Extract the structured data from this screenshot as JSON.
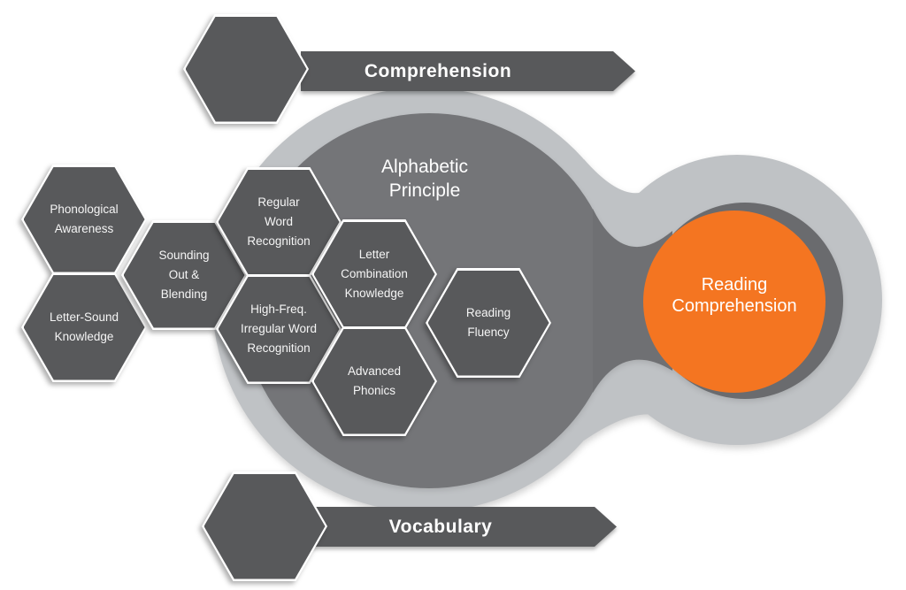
{
  "colors": {
    "background": "#ffffff",
    "light_gray_blob": "#bfc2c5",
    "medium_gray_circle": "#747578",
    "connector_gray": "#6f7073",
    "ring_gray": "#6a6b6e",
    "hexagon_dark_gray": "#58595b",
    "orange": "#f47521",
    "text": "#ffffff"
  },
  "banners": {
    "top": {
      "label": "Comprehension"
    },
    "bottom": {
      "label": "Vocabulary"
    }
  },
  "circles": {
    "alphabetic_principle": {
      "lines": [
        "Alphabetic",
        "Principle"
      ]
    },
    "reading_comprehension": {
      "lines": [
        "Reading",
        "Comprehension"
      ]
    }
  },
  "hexagons": [
    {
      "id": "phonological-awareness",
      "lines": [
        "Phonological",
        "Awareness"
      ]
    },
    {
      "id": "letter-sound-knowledge",
      "lines": [
        "Letter-Sound",
        "Knowledge"
      ]
    },
    {
      "id": "sounding-out-blending",
      "lines": [
        "Sounding",
        "Out &",
        "Blending"
      ]
    },
    {
      "id": "regular-word-recognition",
      "lines": [
        "Regular",
        "Word",
        "Recognition"
      ]
    },
    {
      "id": "high-freq-irregular-word-recognition",
      "lines": [
        "High-Freq.",
        "Irregular Word",
        "Recognition"
      ]
    },
    {
      "id": "letter-combination-knowledge",
      "lines": [
        "Letter",
        "Combination",
        "Knowledge"
      ]
    },
    {
      "id": "advanced-phonics",
      "lines": [
        "Advanced",
        "Phonics"
      ]
    },
    {
      "id": "reading-fluency",
      "lines": [
        "Reading",
        "Fluency"
      ]
    }
  ]
}
